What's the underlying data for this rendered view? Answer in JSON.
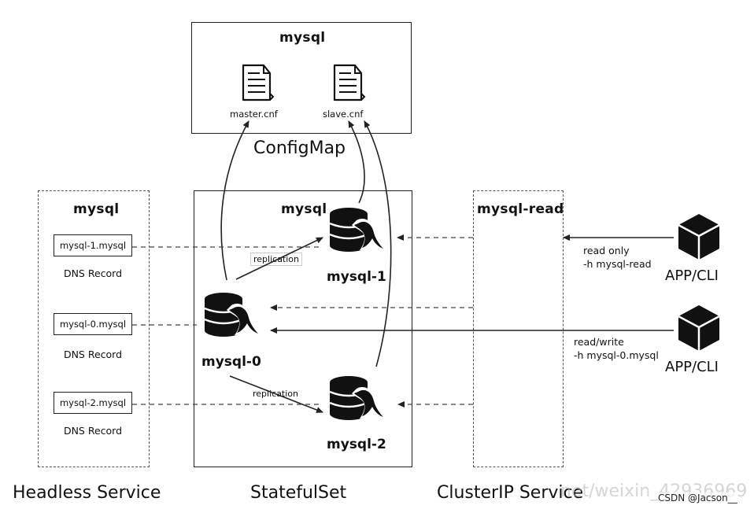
{
  "configmap": {
    "title": "mysql",
    "files": [
      "master.cnf",
      "slave.cnf"
    ],
    "caption": "ConfigMap"
  },
  "headless": {
    "title": "mysql",
    "records": [
      {
        "host": "mysql-1.mysql",
        "caption": "DNS Record"
      },
      {
        "host": "mysql-0.mysql",
        "caption": "DNS Record"
      },
      {
        "host": "mysql-2.mysql",
        "caption": "DNS Record"
      }
    ],
    "caption": "Headless Service"
  },
  "statefulset": {
    "title": "mysql",
    "pods": [
      "mysql-1",
      "mysql-0",
      "mysql-2"
    ],
    "replication_labels": [
      "replication",
      "replication"
    ],
    "caption": "StatefulSet"
  },
  "clusterip": {
    "title": "mysql-read",
    "caption": "ClusterIP Service"
  },
  "clients": [
    {
      "label": "APP/CLI",
      "note_lines": [
        "read only",
        "-h mysql-read"
      ]
    },
    {
      "label": "APP/CLI",
      "note_lines": [
        "read/write",
        "-h mysql-0.mysql"
      ]
    }
  ],
  "watermark": "net/weixin_42936969",
  "credit": "CSDN @Jacson__"
}
